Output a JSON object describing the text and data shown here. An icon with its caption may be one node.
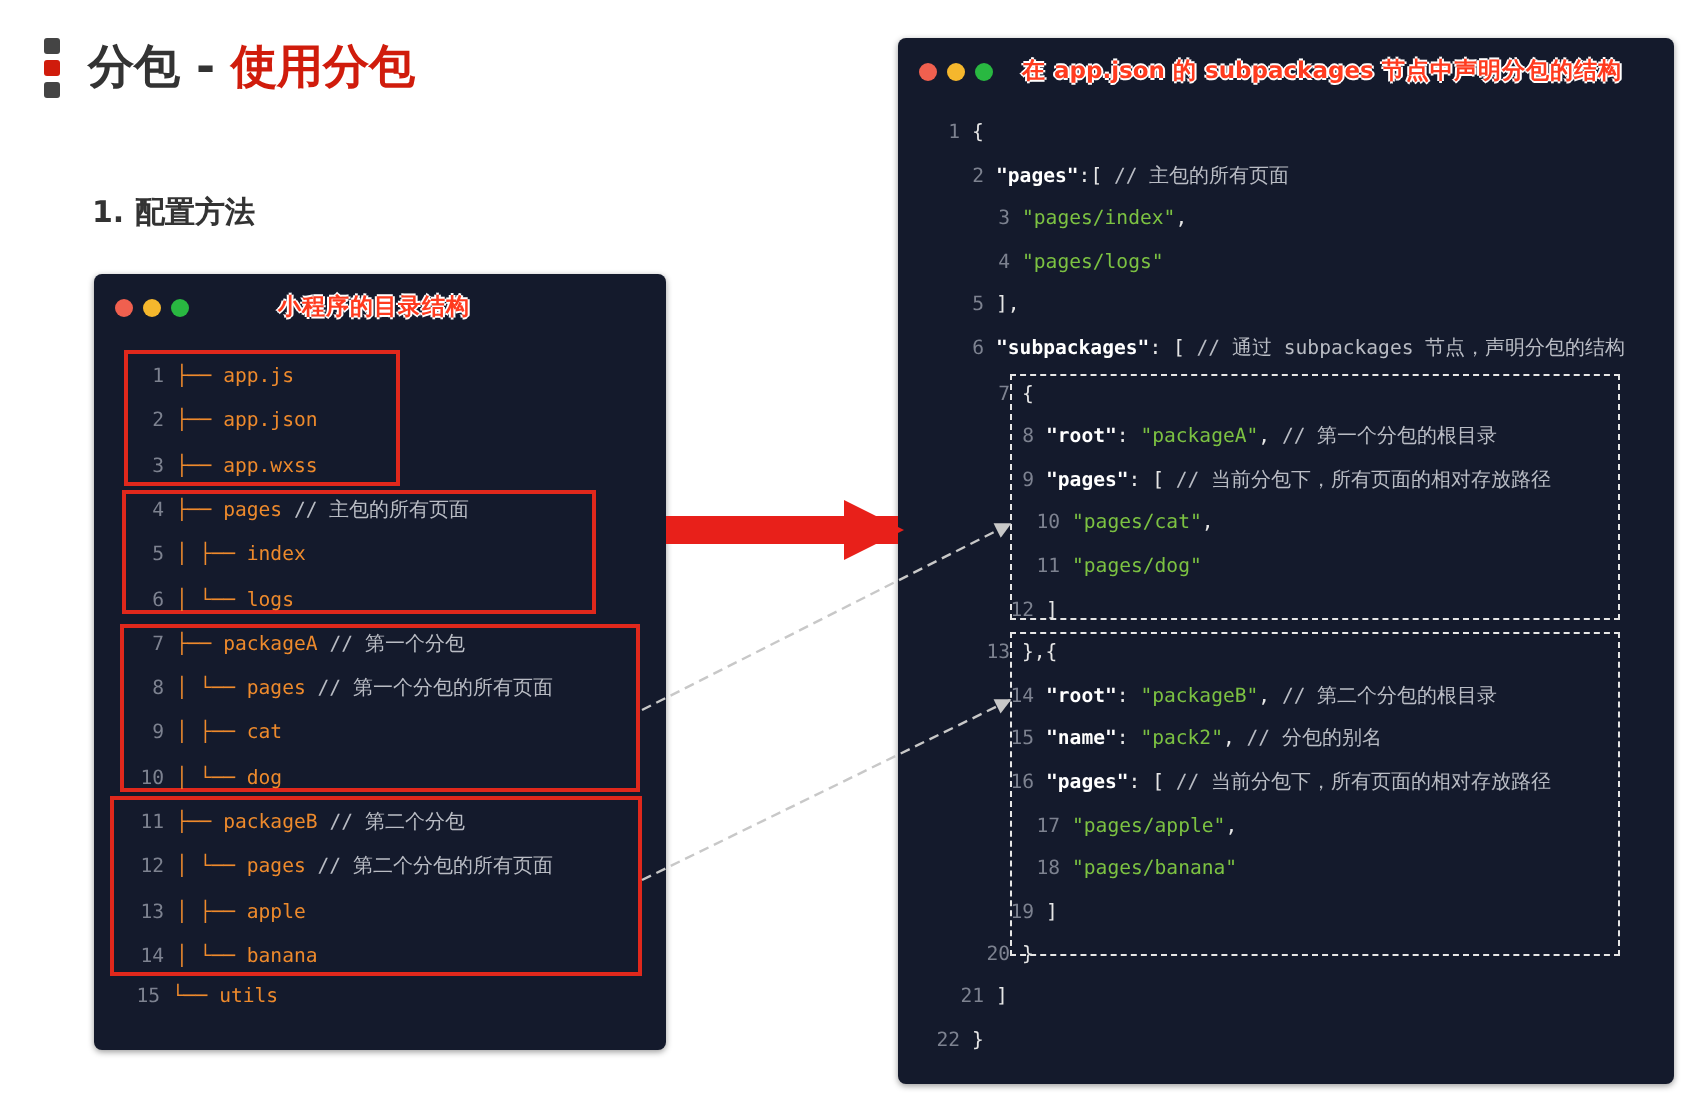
{
  "diagram": {
    "title": "分包 - 使用分包",
    "nodes": [
      {
        "text": [
          "小程序的目录结构",
          "15 └── utils"
        ]
      },
      {
        "text": [
          "1 ├── app.js",
          "2 ├── app.json",
          "3 ├── app.wxss"
        ],
        "in": 0
      },
      {
        "text": [
          "4 ├── pages // 主包的所有页面",
          "5 │ ├── index",
          "6 │ └── logs"
        ],
        "in": 0
      },
      {
        "text": [
          "7 ├── packageA // 第一个分包",
          "8 │ └── pages // 第一个分包的所有页面",
          "9 │ ├── cat",
          "10 │ └── dog"
        ],
        "in": 0
      },
      {
        "text": [
          "11 ├── packageB // 第二个分包",
          "12 │ └── pages // 第二个分包的所有页面",
          "13 │ ├── apple",
          "14 │ └── banana"
        ],
        "in": 0
      },
      {
        "text": [
          "在 app.json 的 subpackages 节点中声明分包的结构",
          "1 {",
          "2 \"pages\":[ // 主包的所有页面",
          "3 \"pages/index\",",
          "4 \"pages/logs\"",
          "5 ],",
          "6 \"subpackages\": [ // 通过 subpackages 节点，声明分包的结构",
          "21 ]",
          "22 }"
        ]
      },
      {
        "text": [
          "7 {",
          "8 \"root\": \"packageA\", // 第一个分包的根目录",
          "9 \"pages\": [ // 当前分包下，所有页面的相对存放路径",
          "10 \"pages/cat\",",
          "11 \"pages/dog\"",
          "12 ]"
        ],
        "in": 5
      },
      {
        "text": [
          "13 },{",
          "14 \"root\": \"packageB\", // 第二个分包的根目录",
          "15 \"name\": \"pack2\", // 分包的别名",
          "16 \"pages\": [ // 当前分包下，所有页面的相对存放路径",
          "17 \"pages/apple\",",
          "18 \"pages/banana\"",
          "19 ]",
          "20 }"
        ],
        "in": 5
      }
    ],
    "edges": [
      {
        "from": 0,
        "to": 5,
        "arrow": "to",
        "style": "thick",
        "color": "#e8201a"
      },
      {
        "from": 3,
        "to": 6,
        "arrow": "to",
        "style": "dashed"
      },
      {
        "from": 4,
        "to": 7,
        "arrow": "to",
        "style": "dashed"
      }
    ],
    "labels": [
      "1. 配置方法"
    ]
  }
}
